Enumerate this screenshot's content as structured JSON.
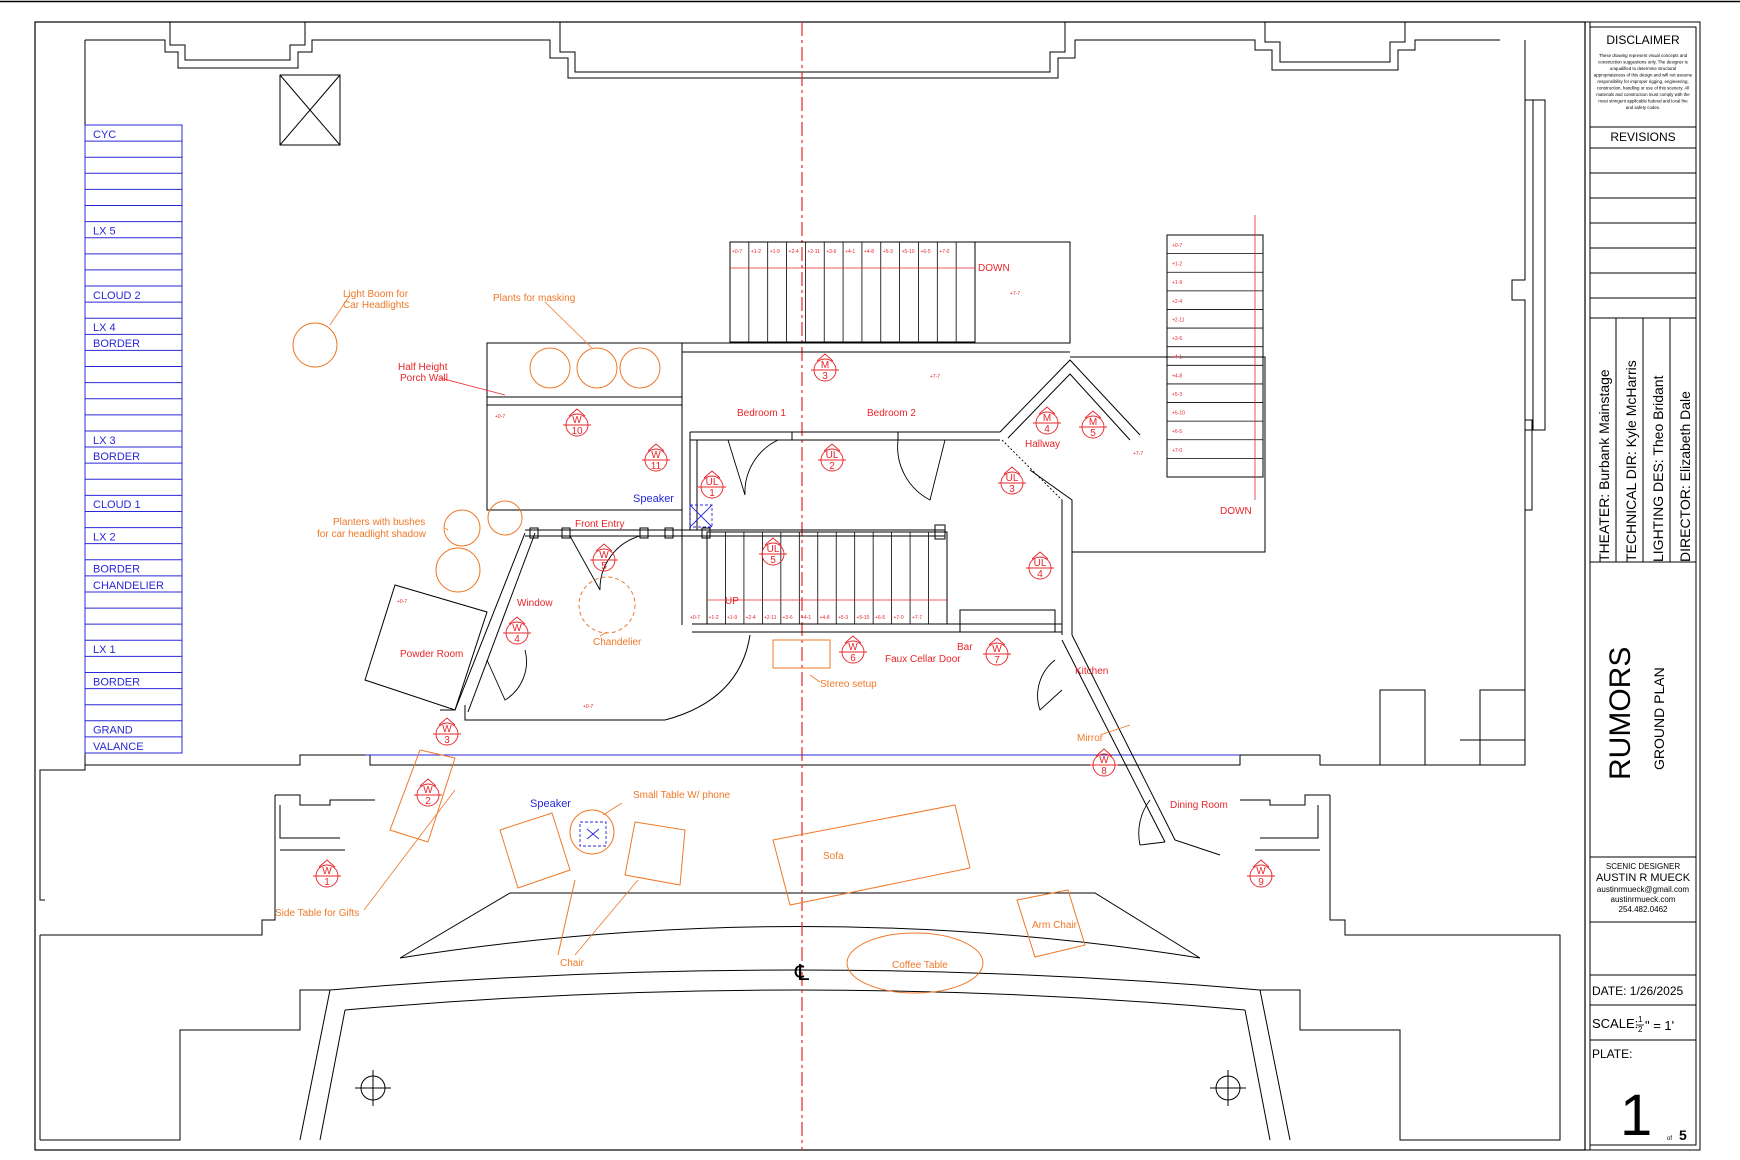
{
  "colors": {
    "ink": "#000000",
    "red": "#e8242a",
    "orange": "#f07828",
    "blue": "#2828d8"
  },
  "centerline_symbol": "℄",
  "lineset": [
    {
      "label": "CYC",
      "row": 0
    },
    {
      "label": "LX 5",
      "row": 6
    },
    {
      "label": "CLOUD 2",
      "row": 10
    },
    {
      "label": "LX 4",
      "row": 12
    },
    {
      "label": "BORDER",
      "row": 13
    },
    {
      "label": "LX 3",
      "row": 19
    },
    {
      "label": "BORDER",
      "row": 20
    },
    {
      "label": "CLOUD 1",
      "row": 23
    },
    {
      "label": "LX 2",
      "row": 25
    },
    {
      "label": "BORDER",
      "row": 27
    },
    {
      "label": "CHANDELIER",
      "row": 28
    },
    {
      "label": "LX 1",
      "row": 32
    },
    {
      "label": "BORDER",
      "row": 34
    },
    {
      "label": "GRAND",
      "row": 37
    },
    {
      "label": "VALANCE",
      "row": 38
    }
  ],
  "labels": {
    "light_boom": [
      "Light Boom for",
      "Car Headlights"
    ],
    "plants_masking": "Plants for masking",
    "half_height": [
      "Half Height",
      "Porch Wall"
    ],
    "planters": [
      "Planters with bushes",
      "for car headlight shadow"
    ],
    "bedroom1": "Bedroom 1",
    "bedroom2": "Bedroom 2",
    "hallway": "Hallway",
    "down1": "DOWN",
    "down2": "DOWN",
    "up": "UP",
    "speaker1": "Speaker",
    "speaker2": "Speaker",
    "front_entry": "Front Entry",
    "window": "Window",
    "chandelier": "Chandelier",
    "powder_room": "Powder Room",
    "stereo": "Stereo setup",
    "faux_cellar": "Faux Cellar Door",
    "bar": "Bar",
    "kitchen": "Kitchen",
    "mirror": "Mirror",
    "dining_room": "Dining Room",
    "small_table": "Small Table W/ phone",
    "sofa": "Sofa",
    "side_table": "Side Table for Gifts",
    "chair": "Chair",
    "coffee_table": "Coffee Table",
    "arm_chair": "Arm Chair"
  },
  "stairs_top_steps": [
    "+0-7",
    "+1-2",
    "+1-9",
    "+2-4",
    "+2-11",
    "+3-6",
    "+4-1",
    "+4-8",
    "+5-3",
    "+5-10",
    "+6-5",
    "+7-0"
  ],
  "stairs_bottom_steps": [
    "+0-7",
    "+1-2",
    "+1-9",
    "+2-4",
    "+2-11",
    "+3-6",
    "+4-1",
    "+4-8",
    "+5-3",
    "+5-10",
    "+6-5",
    "+7-0",
    "+7-7"
  ],
  "stairs_right_steps": [
    "+0-7",
    "+1-2",
    "+1-9",
    "+2-4",
    "+2-11",
    "+3-6",
    "+4-1",
    "+4-8",
    "+5-3",
    "+5-10",
    "+6-5",
    "+7-0"
  ],
  "elevations": {
    "porch": "+0-7",
    "upper": "+7-7",
    "landing": "+7-7",
    "powder": "+0-7",
    "main": "+0-7",
    "hall": "+7-7"
  },
  "markers": [
    {
      "letter": "W",
      "num": "10"
    },
    {
      "letter": "W",
      "num": "11"
    },
    {
      "letter": "UL",
      "num": "1"
    },
    {
      "letter": "M",
      "num": "3"
    },
    {
      "letter": "UL",
      "num": "2"
    },
    {
      "letter": "UL",
      "num": "3"
    },
    {
      "letter": "M",
      "num": "4"
    },
    {
      "letter": "M",
      "num": "5"
    },
    {
      "letter": "UL",
      "num": "4"
    },
    {
      "letter": "W",
      "num": "5"
    },
    {
      "letter": "UL",
      "num": "5"
    },
    {
      "letter": "W",
      "num": "4"
    },
    {
      "letter": "W",
      "num": "6"
    },
    {
      "letter": "W",
      "num": "7"
    },
    {
      "letter": "W",
      "num": "3"
    },
    {
      "letter": "W",
      "num": "8"
    },
    {
      "letter": "W",
      "num": "2"
    },
    {
      "letter": "W",
      "num": "1"
    },
    {
      "letter": "W",
      "num": "9"
    }
  ],
  "title_block": {
    "disclaimer_title": "DISCLAIMER",
    "disclaimer_text": [
      "These drawing represent visual concepts and",
      "construction suggestions only. The designer is",
      "unqualified to determine structural",
      "appropriateness of this design and will not assume",
      "responsibility for improper rigging, engineering,",
      "construction, handling or use of this scenery. All",
      "materials and construction must comply with the",
      "most stringent applicable federal and local fire",
      "and safety codes."
    ],
    "revisions": "REVISIONS",
    "theater": "THEATER: Burbank Mainstage",
    "tech_dir": "TECHNICAL DIR: Kyle McHarris",
    "lighting": "LIGHTING DES: Theo Bridant",
    "director": "DIRECTOR: Elizabeth Dale",
    "show": "RUMORS",
    "sheet": "GROUND PLAN",
    "designer_role": "SCENIC DESIGNER",
    "designer_name": "AUSTIN R MUECK",
    "email": "austinrmueck@gmail.com",
    "site": "austinrmueck.com",
    "phone": "254.482.0462",
    "date": "DATE: 1/26/2025",
    "scale_label": "SCALE:",
    "scale_value": "\" = 1'",
    "scale_frac_num": "1",
    "scale_frac_den": "2",
    "plate_label": "PLATE:",
    "plate_num": "1",
    "plate_of": "of",
    "plate_total": "5"
  }
}
